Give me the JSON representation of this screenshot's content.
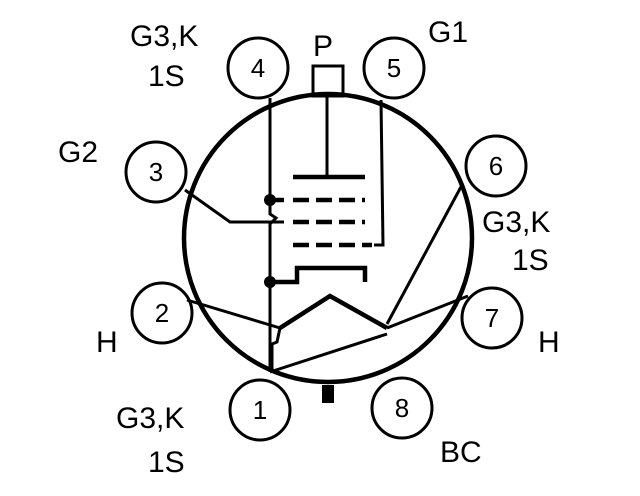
{
  "title_labels": {
    "plate_cap": "P",
    "pin4_label": "G3,K",
    "pin4_sub": "1S",
    "pin5_label": "G1",
    "pin3_label": "G2",
    "pin6_label": "G3,K",
    "pin6_sub": "1S",
    "pin2_label": "H",
    "pin7_label": "H",
    "pin1_label": "G3,K",
    "pin1_sub": "1S",
    "pin8_label": "BC"
  },
  "pins": [
    {
      "number": "1"
    },
    {
      "number": "2"
    },
    {
      "number": "3"
    },
    {
      "number": "4"
    },
    {
      "number": "5"
    },
    {
      "number": "6"
    },
    {
      "number": "7"
    },
    {
      "number": "8"
    }
  ]
}
